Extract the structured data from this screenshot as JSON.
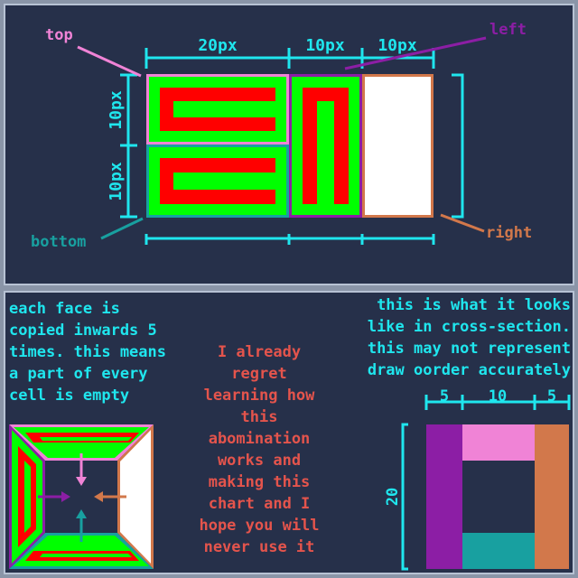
{
  "colors": {
    "background": "#26304a",
    "frame": "#8a95a8",
    "cyan": "#1fe6ee",
    "green": "#00ff00",
    "red": "#ff0000",
    "white": "#ffffff",
    "top": "#f083d6",
    "left": "#8c1ea5",
    "bottom": "#18a0a0",
    "right": "#d2784b",
    "comment": "#e4544c"
  },
  "top_panel": {
    "dims": {
      "w1": "20px",
      "w2": "10px",
      "w3": "10px",
      "h1": "10px",
      "h2": "10px"
    },
    "labels": {
      "top": "top",
      "left": "left",
      "bottom": "bottom",
      "right": "right"
    }
  },
  "bottom_panel": {
    "note_left": "each face is\ncopied inwards 5\ntimes. this means\na part of every\ncell is empty",
    "note_middle": "I already\nregret\nlearning how\nthis\nabomination\nworks and\nmaking this\nchart and I\nhope you will\nnever use it",
    "note_right": "this is what it looks\nlike in cross-section.\nthis may not represent\ndraw oorder accurately",
    "cross_section": {
      "w_left": "5",
      "w_mid": "10",
      "w_right": "5",
      "height": "20"
    }
  }
}
